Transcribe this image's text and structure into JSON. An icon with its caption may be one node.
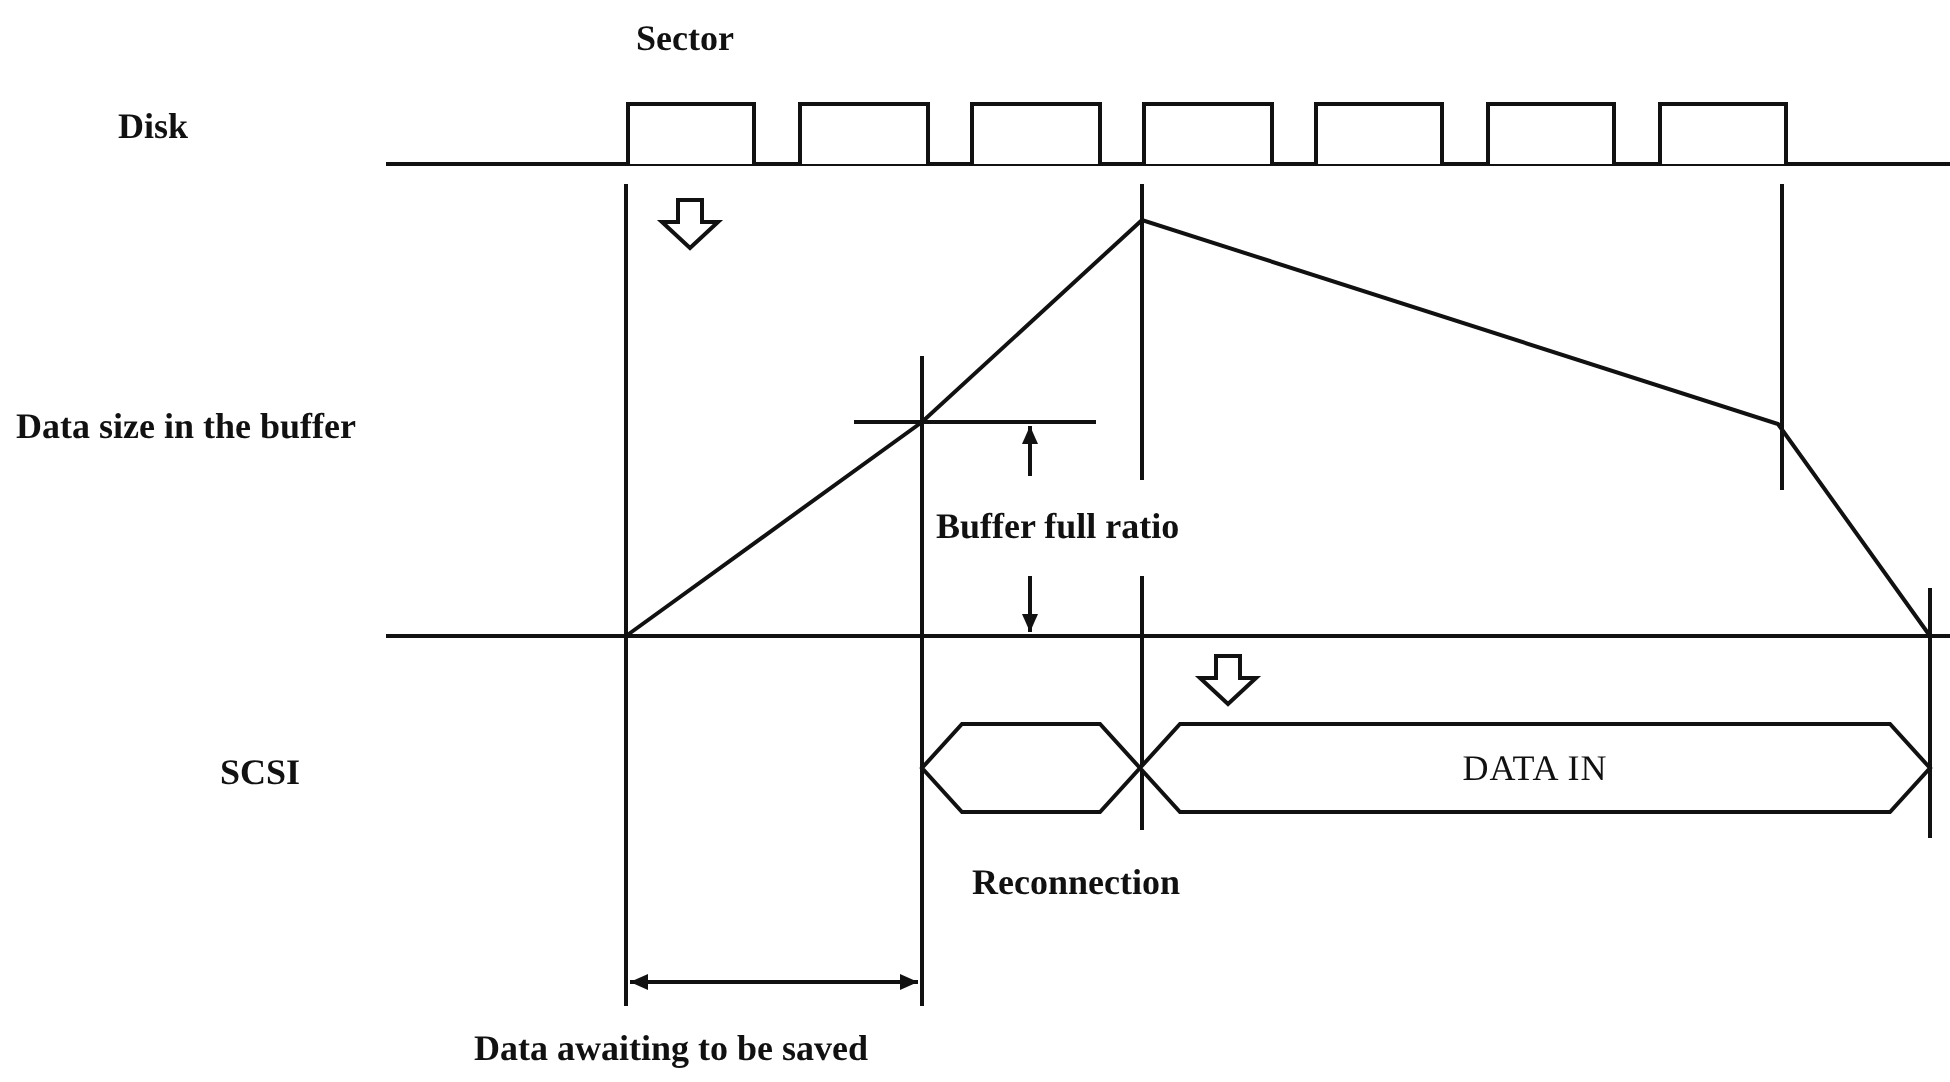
{
  "diagram": {
    "nodes": [
      {
        "text": [],
        "shape": "box"
      },
      {
        "text": [],
        "shape": "box"
      },
      {
        "text": [],
        "shape": "box"
      },
      {
        "text": [],
        "shape": "box"
      },
      {
        "text": [],
        "shape": "box"
      },
      {
        "text": [],
        "shape": "box"
      },
      {
        "text": [],
        "shape": "box"
      },
      {
        "text": [],
        "shape": "hexagon",
        "beside": [
          "Reconnection"
        ]
      },
      {
        "text": [
          "DATA IN"
        ]
      }
    ],
    "labels": [
      "Sector",
      "Disk",
      "Data size in the buffer",
      "Buffer full ratio",
      "SCSI",
      "Data awaiting to be saved"
    ]
  }
}
